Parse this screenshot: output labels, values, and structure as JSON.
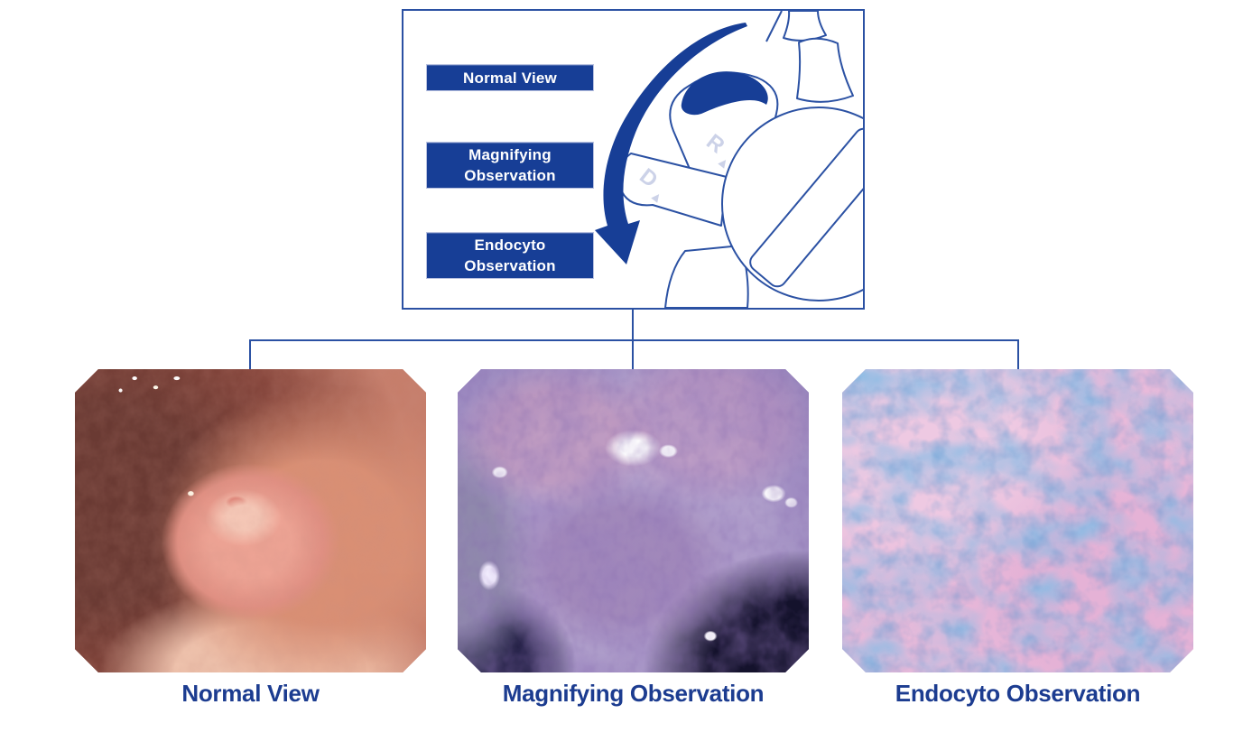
{
  "colors": {
    "navy": "#173e96",
    "line_blue": "#2b51a3",
    "pale_dial_label": "#ccd2e8",
    "caption_blue": "#1c3c90"
  },
  "flow_box": {
    "steps": [
      {
        "label": "Normal View"
      },
      {
        "label": "Magnifying Observation"
      },
      {
        "label": "Endocyto Observation"
      }
    ],
    "dial_labels": [
      {
        "text": "R",
        "marker": "▲"
      },
      {
        "text": "D",
        "marker": "▲"
      }
    ]
  },
  "panels": [
    {
      "caption": "Normal View"
    },
    {
      "caption": "Magnifying Observation"
    },
    {
      "caption": "Endocyto Observation"
    }
  ]
}
